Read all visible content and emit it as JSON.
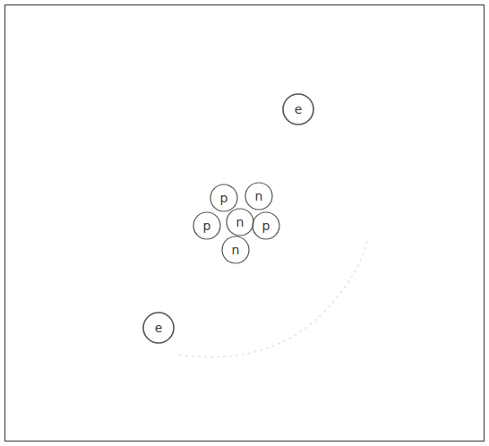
{
  "diagram": {
    "nodes": [
      {
        "text": [
          "e"
        ]
      },
      {
        "text": [
          "p"
        ]
      },
      {
        "text": [
          "n"
        ]
      },
      {
        "text": [
          "p"
        ]
      },
      {
        "text": [
          "n"
        ]
      },
      {
        "text": [
          "p"
        ]
      },
      {
        "text": [
          "n"
        ]
      },
      {
        "text": [
          "e"
        ]
      }
    ]
  }
}
